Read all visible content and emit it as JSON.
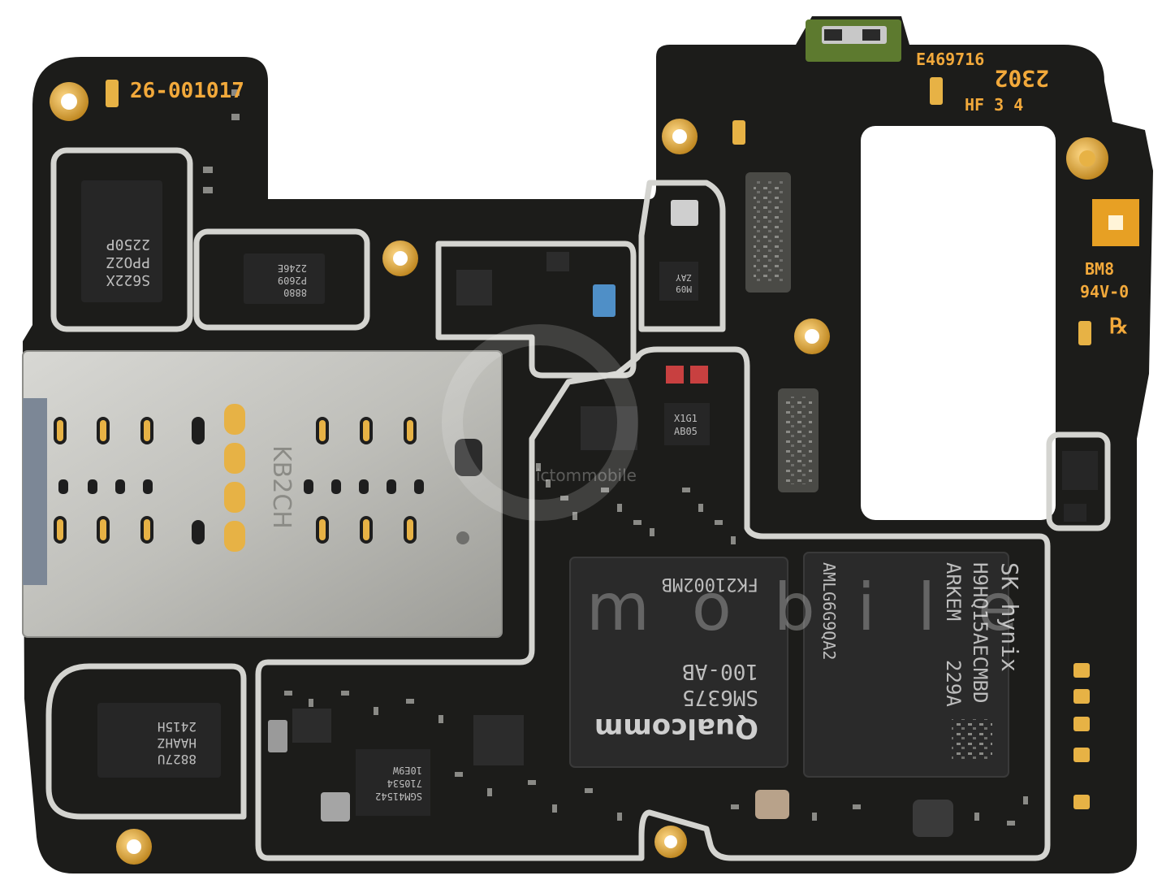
{
  "board": {
    "silkscreen": {
      "part_number": "26-001017",
      "ul_code": "E469716",
      "date_code": "2302",
      "hf_marking": "HF 3 4",
      "bm_marking": "BM8",
      "flammability": "94V-0"
    },
    "sim_tray": {
      "marking": "KB2CH"
    },
    "chips": {
      "soc": {
        "brand": "Qualcomm",
        "model": "SM6375",
        "variant": "100-AB",
        "lot": "FK21002MB"
      },
      "memory": {
        "brand": "SK hynix",
        "part": "H9HQ15AECMBD",
        "line2": "ARKEM",
        "line3": "229A",
        "lot": "AMLG6G9QA2"
      },
      "pmic_left": {
        "line1": "S622X",
        "line2": "PPO2Z",
        "line3": "2250P"
      },
      "chip_top_mid": {
        "line1": "8880",
        "line2": "P2609",
        "line3": "2246E"
      },
      "chip_bottom_left": {
        "line1": "8827U",
        "line2": "HAAHZ",
        "line3": "2415H"
      },
      "chip_sgm": {
        "line1": "SGM41542",
        "line2": "710534",
        "line3": "10E9W"
      },
      "chip_x1g1": {
        "line1": "X1G1",
        "line2": "AB05"
      },
      "chip_small": {
        "line1": "M09",
        "line2": "ZAY"
      }
    },
    "watermark": {
      "brand_text": "mobile",
      "site_text": "ictommobile"
    },
    "colors": {
      "pcb": "#1c1c1a",
      "gold": "#e7b245",
      "silkscreen": "#f2a93b",
      "shield": "#c9c9c4",
      "chip": "#2b2b2b"
    }
  }
}
